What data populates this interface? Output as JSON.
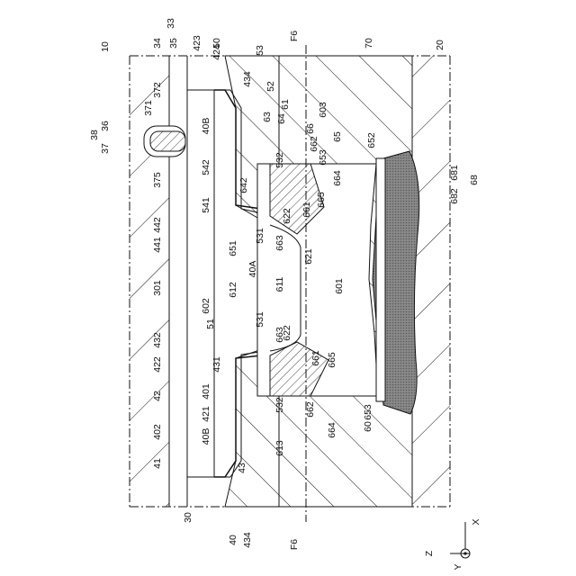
{
  "figure": {
    "reference_labels": [
      "10",
      "20",
      "30",
      "33",
      "34",
      "35",
      "36",
      "37",
      "38",
      "40",
      "40A",
      "40B",
      "40B",
      "41",
      "42",
      "43",
      "50",
      "51",
      "52",
      "53",
      "60",
      "61",
      "63",
      "64",
      "65",
      "66",
      "68",
      "70",
      "301",
      "371",
      "372",
      "375",
      "401",
      "402",
      "421",
      "422",
      "423",
      "424",
      "431",
      "432",
      "434",
      "434",
      "441",
      "442",
      "531",
      "531",
      "532",
      "532",
      "541",
      "542",
      "601",
      "602",
      "603",
      "611",
      "612",
      "613",
      "621",
      "622",
      "622",
      "642",
      "651",
      "652",
      "653",
      "653",
      "661",
      "661",
      "662",
      "662",
      "663",
      "663",
      "664",
      "664",
      "665",
      "665",
      "681",
      "682"
    ],
    "section_marks": [
      "F6",
      "F6"
    ],
    "axes": {
      "x": "X",
      "y": "Y",
      "z": "Z"
    }
  }
}
